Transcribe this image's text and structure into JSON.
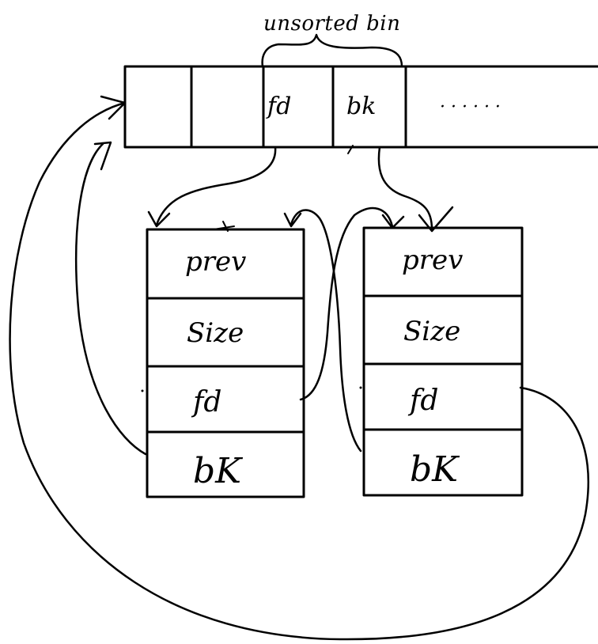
{
  "title": "unsorted bin",
  "bin_array": {
    "fd_label": "fd",
    "bk_label": "bk",
    "ellipsis": "· · · · · ·"
  },
  "chunks": [
    {
      "fields": [
        "prev",
        "Size",
        "fd",
        "bK"
      ]
    },
    {
      "fields": [
        "prev",
        "Size",
        "fd",
        "bK"
      ]
    }
  ],
  "colors": {
    "ink": "#000000",
    "background": "#ffffff"
  }
}
